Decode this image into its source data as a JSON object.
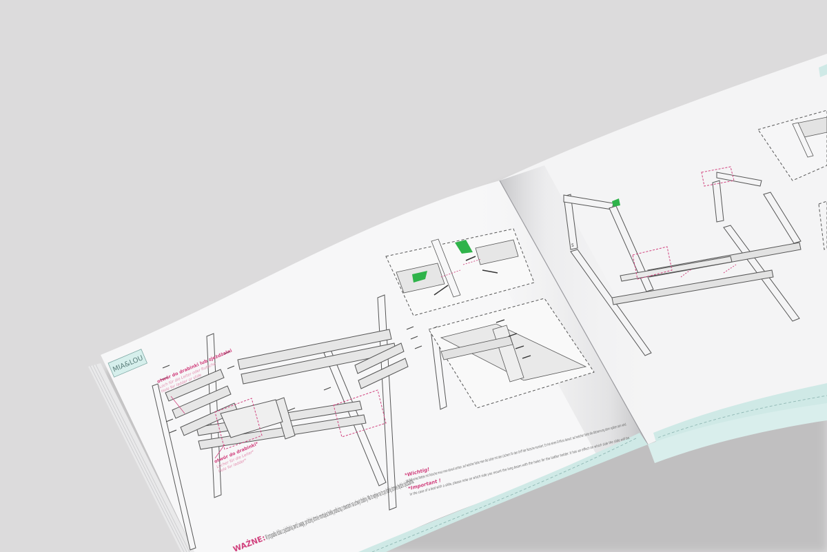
{
  "brand": {
    "logo_text": "MIA&LOU"
  },
  "colors": {
    "background": "#dcdbdc",
    "page": "#f7f7f8",
    "accent_mint": "#cfe9e6",
    "accent_pink": "#d1427e",
    "accent_green": "#2fb34a",
    "line_art": "#555555"
  },
  "left_page": {
    "label_top": {
      "pl": "otwór do drabinki lub zjeżdżalni",
      "de": "Loch für die Leiter oder Rutsche",
      "en": "Hole for ladder or slide"
    },
    "label_bottom": {
      "pl": "otwór do drabinki*",
      "de": "Löcher für die Leiter*",
      "en": "Hole for ladder*"
    },
    "warning": {
      "pl_heading": "WAŻNE:",
      "pl_text": "W przypadku łóżka z zjeżdżalnią zwróć uwagę, po której stronie montujesz belkę podłużną z otworami na uchwyt drabiny. Ma to wpływ na to po której stronie będzie zjeżdżalnia."
    },
    "notes": {
      "de_heading": "*Wichtig!",
      "de_text": "Im Fall eines Bettes mit Rutsche muss man darauf achten, auf welcher Seite man die Leiter mit den Löchern für den Griff der Rutsche montiert. Es hat einen Einfluss darauf, auf welcher Seite die Abtrennung dann später sein wird.",
      "en_heading": "*Important !",
      "en_text": "In the case of a bed with a slide, please note on which side you mount the long beam with the holes for the ladder holder. It has an effect on which side the slide will be."
    }
  },
  "right_page": {
    "beam_number": "5"
  }
}
